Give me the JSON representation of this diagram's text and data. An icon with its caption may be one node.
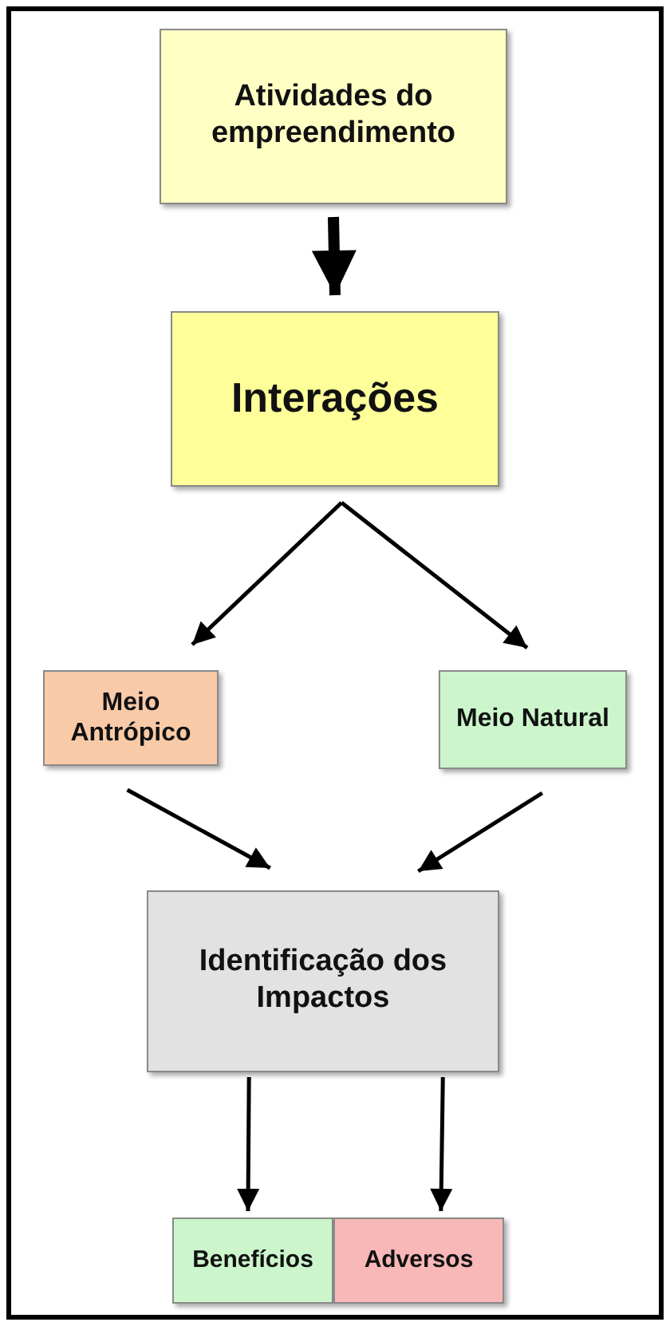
{
  "diagram": {
    "nodes": [
      {
        "text": [
          "Atividades do empreendimento"
        ]
      },
      {
        "text": [
          "Interações"
        ]
      },
      {
        "text": [
          "Meio Antrópico"
        ]
      },
      {
        "text": [
          "Meio Natural"
        ]
      },
      {
        "text": [
          "Identificação dos Impactos"
        ]
      },
      {
        "text": [
          "Benefícios"
        ]
      },
      {
        "text": [
          "Adversos"
        ]
      }
    ],
    "edges": [
      {
        "from": 0,
        "to": 1,
        "arrow": "to",
        "style": "thick"
      },
      {
        "from": 1,
        "to": 2,
        "arrow": "to"
      },
      {
        "from": 1,
        "to": 3,
        "arrow": "to"
      },
      {
        "from": 2,
        "to": 4,
        "arrow": "to"
      },
      {
        "from": 3,
        "to": 4,
        "arrow": "to"
      },
      {
        "from": 4,
        "to": 5,
        "arrow": "to"
      },
      {
        "from": 4,
        "to": 6,
        "arrow": "to"
      }
    ]
  }
}
